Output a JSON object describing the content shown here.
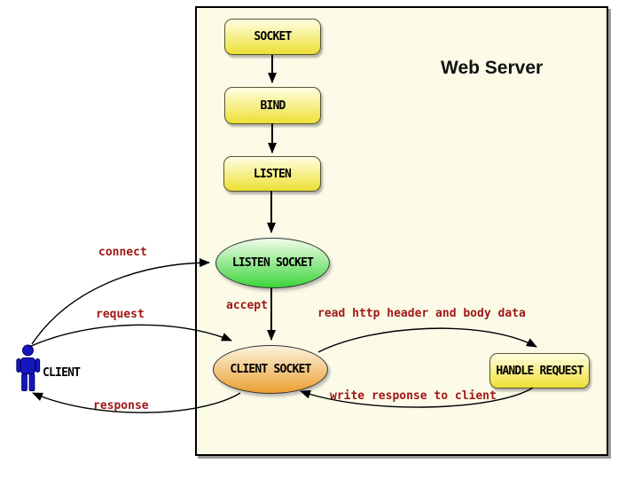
{
  "diagram": {
    "title": "Web Server"
  },
  "nodes": {
    "socket": {
      "label": "SOCKET"
    },
    "bind": {
      "label": "BIND"
    },
    "listen": {
      "label": "LISTEN"
    },
    "listen_socket": {
      "label": "LISTEN SOCKET"
    },
    "client_socket": {
      "label": "CLIENT SOCKET"
    },
    "handle_request": {
      "label": "HANDLE REQUEST"
    }
  },
  "actor": {
    "label": "CLIENT"
  },
  "edges": {
    "socket_to_bind": {
      "from": "SOCKET",
      "to": "BIND",
      "label": ""
    },
    "bind_to_listen": {
      "from": "BIND",
      "to": "LISTEN",
      "label": ""
    },
    "listen_to_listen_socket": {
      "from": "LISTEN",
      "to": "LISTEN SOCKET",
      "label": ""
    },
    "accept": {
      "from": "LISTEN SOCKET",
      "to": "CLIENT SOCKET",
      "label": "accept"
    },
    "connect": {
      "from": "CLIENT",
      "to": "LISTEN SOCKET",
      "label": "connect"
    },
    "request": {
      "from": "CLIENT",
      "to": "CLIENT SOCKET",
      "label": "request"
    },
    "response": {
      "from": "CLIENT SOCKET",
      "to": "CLIENT",
      "label": "response"
    },
    "read": {
      "from": "CLIENT SOCKET",
      "to": "HANDLE REQUEST",
      "label": "read http header and body data"
    },
    "write": {
      "from": "HANDLE REQUEST",
      "to": "CLIENT SOCKET",
      "label": "write response to client"
    }
  },
  "colors": {
    "server_background": "#FBFBE8",
    "node_yellow_top": "#FFFEE3",
    "node_yellow_bottom": "#EDE034",
    "listen_socket_green_top": "#F2FCEA",
    "listen_socket_green_bottom": "#3CD53C",
    "client_socket_orange_top": "#FBF3DC",
    "client_socket_orange_bottom": "#EC9F33",
    "edge_label_red": "#A01818",
    "client_blue": "#1616C0",
    "line_black": "#000000"
  }
}
